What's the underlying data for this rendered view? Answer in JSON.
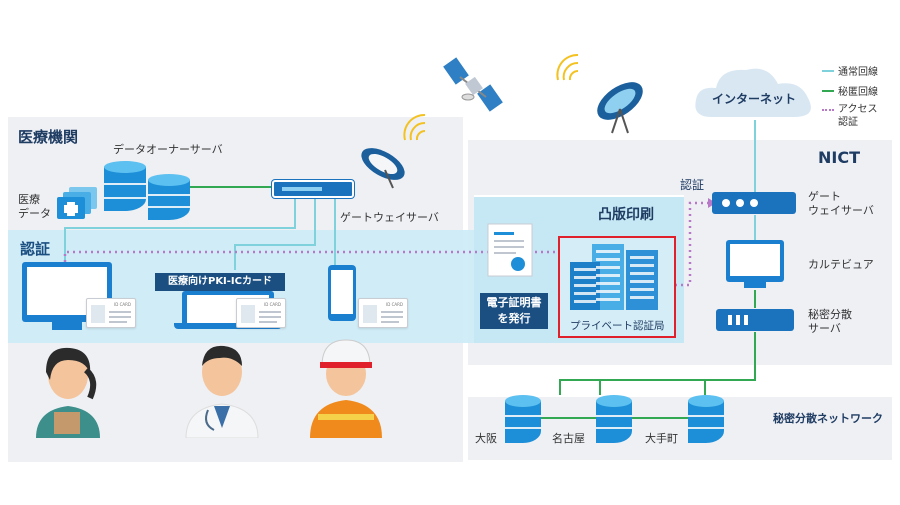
{
  "hospital": {
    "title": "医療機関",
    "data_owner_server": "データオーナーサーバ",
    "medical_data": "医療\nデータ",
    "gateway_server": "ゲートウェイサーバ",
    "auth_band": "認証",
    "pki_card": "医療向けPKI-ICカード"
  },
  "toppan": {
    "title": "凸版印刷",
    "issue_cert": "電子証明書\nを発行",
    "private_ca": "プライベート認証局"
  },
  "nict": {
    "title": "NICT",
    "auth": "認証",
    "gateway_server": "ゲート\nウェイサーバ",
    "karte_viewer": "カルテビュア",
    "secret_server": "秘密分散\nサーバ"
  },
  "internet": "インターネット",
  "network": {
    "title": "秘密分散ネットワーク",
    "nodes": [
      "大阪",
      "名古屋",
      "大手町"
    ]
  },
  "legend": {
    "items": [
      {
        "label": "通常回線",
        "color": "#7fd1dc"
      },
      {
        "label": "秘匿回線",
        "color": "#33a852"
      },
      {
        "label": "アクセス\n認証",
        "color": "#b678c7"
      }
    ]
  },
  "id_card_text": "ID CARD",
  "colors": {
    "accent_red": "#e0202a",
    "dark_navy": "#1b4f82",
    "secret_green": "#33a852",
    "normal_line": "#7fd1dc",
    "auth_purple": "#b678c7"
  }
}
